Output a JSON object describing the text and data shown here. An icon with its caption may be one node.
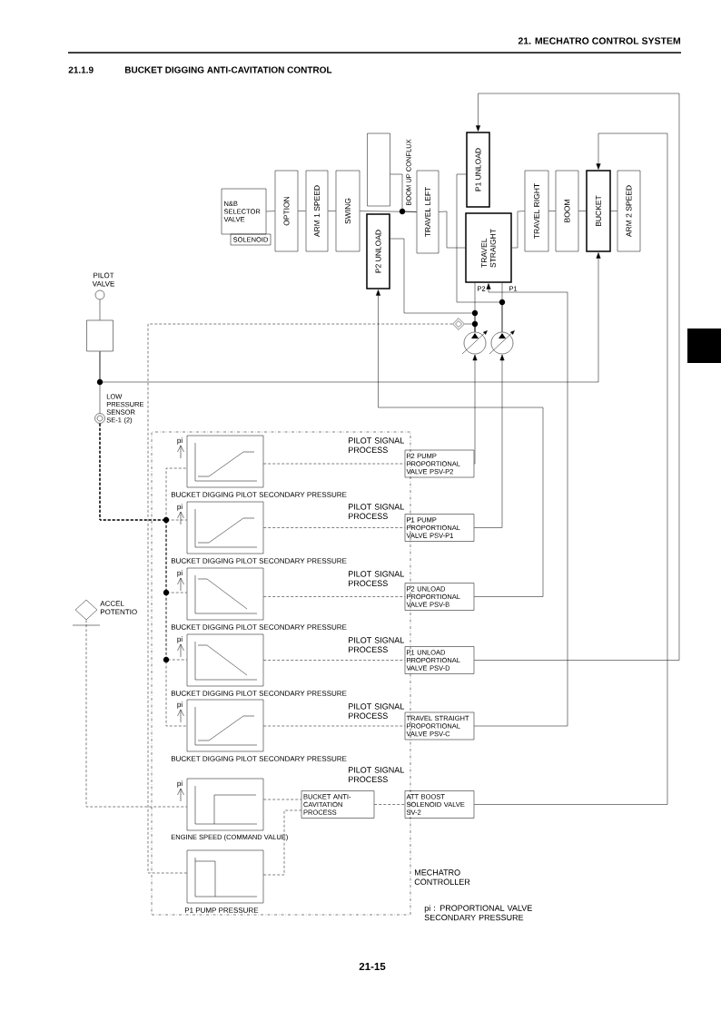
{
  "diagram": {
    "title": "BUCKET DIGGING ANTI-CAVITATION CONTROL",
    "nodes": [
      {
        "text": [
          "N&B SELECTOR VALVE"
        ]
      },
      {
        "text": [
          "SOLENOID"
        ]
      },
      {
        "text": [
          "OPTION"
        ]
      },
      {
        "text": [
          "ARM 1 SPEED"
        ]
      },
      {
        "text": [
          "SWING"
        ]
      },
      {
        "text": [
          "BOOM UP CONFLUX"
        ]
      },
      {
        "text": [
          "P2 UNLOAD"
        ]
      },
      {
        "text": [
          "TRAVEL LEFT"
        ]
      },
      {
        "text": [
          "P1 UNLOAD"
        ]
      },
      {
        "text": [
          "TRAVEL STRAIGHT"
        ]
      },
      {
        "text": [
          "TRAVEL RIGHT"
        ]
      },
      {
        "text": [
          "BOOM"
        ]
      },
      {
        "text": [
          "BUCKET"
        ]
      },
      {
        "text": [
          "ARM 2 SPEED"
        ]
      },
      {
        "text": [
          "PILOT VALVE"
        ]
      },
      {
        "text": [],
        "shape": "box"
      },
      {
        "text": [
          "LOW PRESSURE SENSOR SE-1 (2)"
        ]
      },
      {
        "text": [
          "ACCEL POTENTIO"
        ]
      },
      {
        "text": [],
        "shape": "diamond"
      },
      {
        "text": [],
        "shape": "circle"
      },
      {
        "text": [],
        "shape": "circle"
      },
      {
        "text": [
          "MECHATRO CONTROLLER"
        ]
      },
      {
        "text": [
          "BUCKET DIGGING PILOT SECONDARY PRESSURE"
        ],
        "beside": [
          "pi"
        ],
        "in": 21
      },
      {
        "text": [
          "BUCKET DIGGING PILOT SECONDARY PRESSURE"
        ],
        "beside": [
          "pi"
        ],
        "in": 21
      },
      {
        "text": [
          "BUCKET DIGGING PILOT SECONDARY PRESSURE"
        ],
        "beside": [
          "pi"
        ],
        "in": 21
      },
      {
        "text": [
          "BUCKET DIGGING PILOT SECONDARY PRESSURE"
        ],
        "beside": [
          "pi"
        ],
        "in": 21
      },
      {
        "text": [
          "BUCKET DIGGING PILOT SECONDARY PRESSURE"
        ],
        "beside": [
          "pi"
        ],
        "in": 21
      },
      {
        "text": [
          "ENGINE SPEED (COMMAND VALUE)"
        ],
        "beside": [
          "pi"
        ],
        "in": 21
      },
      {
        "text": [
          "P1 PUMP PRESSURE"
        ],
        "in": 21
      },
      {
        "text": [
          "BUCKET ANTI-CAVITATION PROCESS"
        ],
        "in": 21
      },
      {
        "text": [
          "P2 PUMP PROPORTIONAL VALVE PSV-P2"
        ]
      },
      {
        "text": [
          "P1 PUMP PROPORTIONAL VALVE PSV-P1"
        ]
      },
      {
        "text": [
          "P2 UNLOAD PROPORTIONAL VALVE PSV-B"
        ]
      },
      {
        "text": [
          "P1 UNLOAD PROPORTIONAL VALVE PSV-D"
        ]
      },
      {
        "text": [
          "TRAVEL STRAIGHT PROPORTIONAL VALVE PSV-C"
        ]
      },
      {
        "text": [
          "ATT BOOST SOLENOID VALVE SV-2"
        ]
      }
    ],
    "edges": [
      {
        "from": 0,
        "to": 2,
        "arrow": "none"
      },
      {
        "from": 2,
        "to": 3,
        "arrow": "none"
      },
      {
        "from": 3,
        "to": 4,
        "arrow": "none"
      },
      {
        "from": 4,
        "to": 7,
        "arrow": "none"
      },
      {
        "from": 5,
        "to": 7,
        "arrow": "none"
      },
      {
        "from": 7,
        "to": 9,
        "arrow": "none"
      },
      {
        "from": 9,
        "to": 10,
        "arrow": "none"
      },
      {
        "from": 10,
        "to": 11,
        "arrow": "none"
      },
      {
        "from": 11,
        "to": 12,
        "arrow": "none"
      },
      {
        "from": 12,
        "to": 13,
        "arrow": "none"
      },
      {
        "from": 14,
        "to": 15,
        "arrow": "none"
      },
      {
        "from": 15,
        "to": 16,
        "arrow": "none"
      },
      {
        "from": 15,
        "to": 12,
        "arrow": "to"
      },
      {
        "from": 6,
        "to": 19,
        "arrow": "none"
      },
      {
        "from": 8,
        "to": 20,
        "arrow": "none"
      },
      {
        "from": 19,
        "to": 9,
        "arrow": "none"
      },
      {
        "from": 20,
        "to": 9,
        "arrow": "none"
      },
      {
        "from": 18,
        "to": 19,
        "arrow": "none"
      },
      {
        "from": 30,
        "to": 19,
        "arrow": "to"
      },
      {
        "from": 31,
        "to": 20,
        "arrow": "to"
      },
      {
        "from": 32,
        "to": 6,
        "arrow": "to"
      },
      {
        "from": 33,
        "to": 8,
        "arrow": "to"
      },
      {
        "from": 34,
        "to": 9,
        "arrow": "to"
      },
      {
        "from": 35,
        "to": 12,
        "arrow": "to"
      },
      {
        "from": 16,
        "to": 22,
        "arrow": "none",
        "style": "dashed"
      },
      {
        "from": 16,
        "to": 23,
        "arrow": "none",
        "style": "dashed"
      },
      {
        "from": 16,
        "to": 24,
        "arrow": "none",
        "style": "dashed"
      },
      {
        "from": 16,
        "to": 25,
        "arrow": "none",
        "style": "dashed"
      },
      {
        "from": 16,
        "to": 26,
        "arrow": "none",
        "style": "dashed"
      },
      {
        "from": 22,
        "to": 30,
        "arrow": "none",
        "style": "dashed"
      },
      {
        "from": 23,
        "to": 31,
        "arrow": "none",
        "style": "dashed"
      },
      {
        "from": 24,
        "to": 32,
        "arrow": "none",
        "style": "dashed"
      },
      {
        "from": 25,
        "to": 33,
        "arrow": "none",
        "style": "dashed"
      },
      {
        "from": 26,
        "to": 34,
        "arrow": "none",
        "style": "dashed"
      },
      {
        "from": 27,
        "to": 29,
        "arrow": "none",
        "style": "dashed"
      },
      {
        "from": 28,
        "to": 29,
        "arrow": "none",
        "style": "dashed"
      },
      {
        "from": 29,
        "to": 35,
        "arrow": "none",
        "style": "dashed"
      },
      {
        "from": 17,
        "to": 27,
        "arrow": "none",
        "style": "dashed"
      },
      {
        "from": 18,
        "to": 28,
        "arrow": "none",
        "style": "dashed"
      }
    ],
    "labels": [
      "21. MECHATRO CONTROL SYSTEM",
      "21.1.9",
      "P2",
      "P1",
      "PILOT SIGNAL PROCESS",
      "PILOT SIGNAL PROCESS",
      "PILOT SIGNAL PROCESS",
      "PILOT SIGNAL PROCESS",
      "PILOT SIGNAL PROCESS",
      "PILOT SIGNAL PROCESS",
      "pi : PROPORTIONAL VALVE SECONDARY PRESSURE",
      "21-15"
    ]
  }
}
